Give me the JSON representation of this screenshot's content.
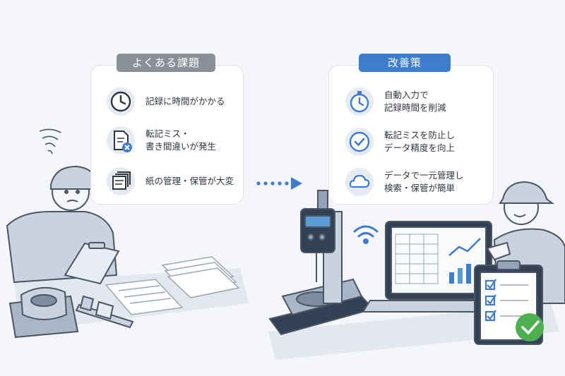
{
  "problems": {
    "title": "よくある課題",
    "items": [
      {
        "icon": "clock-icon",
        "lines": [
          "記録に時間がかかる"
        ]
      },
      {
        "icon": "document-error-icon",
        "lines": [
          "転記ミス・",
          "書き間違いが発生"
        ]
      },
      {
        "icon": "paper-stack-icon",
        "lines": [
          "紙の管理・保管が大変"
        ]
      }
    ]
  },
  "solutions": {
    "title": "改善策",
    "items": [
      {
        "icon": "stopwatch-icon",
        "lines": [
          "自動入力で",
          "記録時間を削減"
        ]
      },
      {
        "icon": "check-circle-icon",
        "lines": [
          "転記ミスを防止し",
          "データ精度を向上"
        ]
      },
      {
        "icon": "cloud-icon",
        "lines": [
          "データで一元管理し",
          "検索・保管が簡単"
        ]
      }
    ]
  },
  "colors": {
    "accent": "#3f7ccc",
    "neutral": "#8a9098",
    "line": "#4a5566",
    "fill": "#c9d3e0"
  }
}
